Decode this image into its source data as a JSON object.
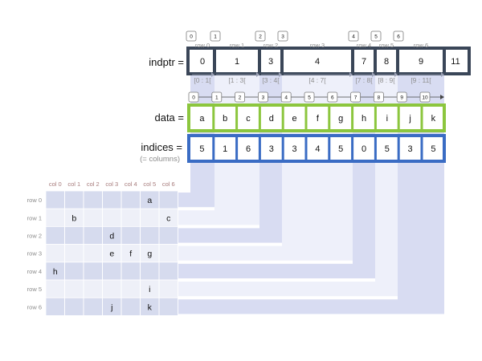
{
  "labels": {
    "indptr": "indptr =",
    "data": "data =",
    "indices": "indices =",
    "indices_note": "(= columns)"
  },
  "indptr": {
    "values": [
      "0",
      "1",
      "3",
      "4",
      "7",
      "8",
      "9",
      "11"
    ],
    "index_tags": [
      "0",
      "1",
      "2",
      "3",
      "4",
      "5",
      "6"
    ],
    "row_labels": [
      "row 0",
      "row 1",
      "row 2",
      "row 3",
      "row 4",
      "row 5",
      "row 6"
    ],
    "ranges": [
      "[0 : 1[",
      "[1 : 3[",
      "[3 : 4[",
      "[4 : 7[",
      "[7 : 8[",
      "[8 : 9[",
      "[9 : 11["
    ]
  },
  "data": {
    "values": [
      "a",
      "b",
      "c",
      "d",
      "e",
      "f",
      "g",
      "h",
      "i",
      "j",
      "k"
    ],
    "index_tags": [
      "0",
      "1",
      "2",
      "3",
      "4",
      "5",
      "6",
      "7",
      "8",
      "9",
      "10"
    ]
  },
  "indices": {
    "values": [
      "5",
      "1",
      "6",
      "3",
      "3",
      "4",
      "5",
      "0",
      "5",
      "3",
      "5"
    ]
  },
  "matrix": {
    "col_headers": [
      "col 0",
      "col 1",
      "col 2",
      "col 3",
      "col 4",
      "col 5",
      "col 6"
    ],
    "row_headers": [
      "row 0",
      "row 1",
      "row 2",
      "row 3",
      "row 4",
      "row 5",
      "row 6"
    ],
    "cells": [
      [
        "",
        "",
        "",
        "",
        "",
        "a",
        ""
      ],
      [
        "",
        "b",
        "",
        "",
        "",
        "",
        "c"
      ],
      [
        "",
        "",
        "",
        "d",
        "",
        "",
        ""
      ],
      [
        "",
        "",
        "",
        "e",
        "f",
        "g",
        ""
      ],
      [
        "h",
        "",
        "",
        "",
        "",
        "",
        ""
      ],
      [
        "",
        "",
        "",
        "",
        "",
        "i",
        ""
      ],
      [
        "",
        "",
        "",
        "j",
        "",
        "k",
        ""
      ]
    ]
  },
  "colors": {
    "indptr_border": "#3a4658",
    "data_border": "#8cc63e",
    "indices_border": "#3a6cc4",
    "band_dark": "#d8dcf2",
    "band_light": "#eef0fa",
    "matrix_dark": "#d6dbee",
    "matrix_light": "#eef0f8",
    "row_header_color": "#8c8c8c",
    "col_header_color": "#a77c7c"
  }
}
